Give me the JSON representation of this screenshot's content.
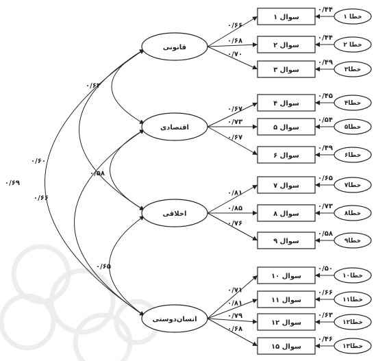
{
  "latents": [
    {
      "id": "L1",
      "label": "قانونی"
    },
    {
      "id": "L2",
      "label": "اقتصادی"
    },
    {
      "id": "L3",
      "label": "اخلاقی"
    },
    {
      "id": "L4",
      "label": "انسان‌دوستی"
    }
  ],
  "indicators": [
    {
      "label": "سوال ۱",
      "loading": "۰/۶۶",
      "error_label": "خطا ۱",
      "error_value": "۰/۴۴"
    },
    {
      "label": "سوال ۲",
      "loading": "۰/۶۸",
      "error_label": "خطا ۲",
      "error_value": "۰/۴۴"
    },
    {
      "label": "سوال ۳",
      "loading": "۰/۷۰",
      "error_label": "خطا۳",
      "error_value": "۰/۴۹"
    },
    {
      "label": "سوال ۴",
      "loading": "۰/۶۷",
      "error_label": "خطا۴",
      "error_value": "۰/۴۵"
    },
    {
      "label": "سوال ۵",
      "loading": "۰/۷۳",
      "error_label": "خطا۵",
      "error_value": "۰/۵۴"
    },
    {
      "label": "سوال ۶",
      "loading": "۰/۶۷",
      "error_label": "خطا۶",
      "error_value": "۰/۴۹"
    },
    {
      "label": "سوال ۷",
      "loading": "۰/۸۱",
      "error_label": "خطا۷",
      "error_value": "۰/۶۵"
    },
    {
      "label": "سوال ۸",
      "loading": "۰/۸۵",
      "error_label": "خطا۸",
      "error_value": "۰/۷۳"
    },
    {
      "label": "سوال ۹",
      "loading": "۰/۷۶",
      "error_label": "خطا۹",
      "error_value": "۰/۵۸"
    },
    {
      "label": "سوال ۱۰",
      "loading": "۰/۷۱",
      "error_label": "خطا۱۰",
      "error_value": "۰/۵۰"
    },
    {
      "label": "سوال ۱۱",
      "loading": "۰/۸۱",
      "error_label": "خطا۱۱",
      "error_value": "۰/۶۶"
    },
    {
      "label": "سوال ۱۲",
      "loading": "۰/۷۹",
      "error_label": "خطا۱۲",
      "error_value": "۰/۶۳"
    },
    {
      "label": "سوال ۱۵",
      "loading": "۰/۶۸",
      "error_label": "خطا۱۳",
      "error_value": "۰/۴۶"
    }
  ],
  "correlations": [
    {
      "from": "L1",
      "to": "L2",
      "value": "۰/۶۳"
    },
    {
      "from": "L2",
      "to": "L3",
      "value": "۰/۵۸"
    },
    {
      "from": "L3",
      "to": "L4",
      "value": "۰/۶۵"
    },
    {
      "from": "L1",
      "to": "L3",
      "value": "۰/۶۰"
    },
    {
      "from": "L2",
      "to": "L4",
      "value": "۰/۶۶"
    },
    {
      "from": "L1",
      "to": "L4",
      "value": "۰/۶۹"
    }
  ]
}
